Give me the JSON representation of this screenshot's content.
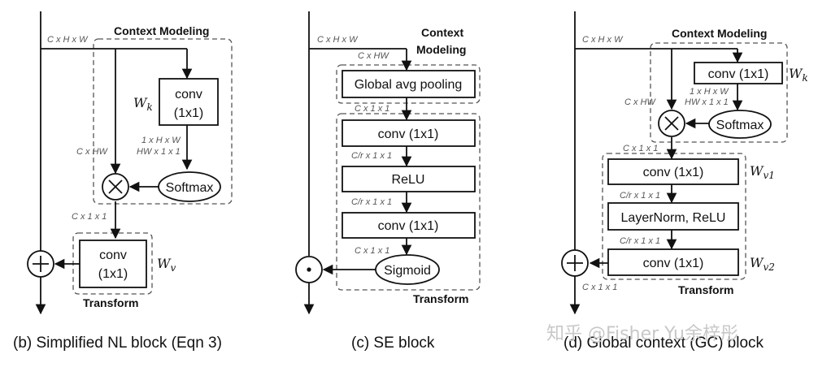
{
  "panel_b": {
    "caption": "(b) Simplified NL block (Eqn 3)",
    "input_dims": "C x H x W",
    "section_context": "Context Modeling",
    "conv_line1": "conv",
    "conv_line2": "(1x1)",
    "wk": "W",
    "wk_sub": "k",
    "dims_1hw": "1 x H x W",
    "dims_hw11": "HW x 1 x 1",
    "dims_chw": "C x HW",
    "softmax": "Softmax",
    "dims_c11": "C x 1 x 1",
    "transform_conv_line1": "conv",
    "transform_conv_line2": "(1x1)",
    "wv": "W",
    "wv_sub": "v",
    "section_transform": "Transform"
  },
  "panel_c": {
    "caption": "(c) SE block",
    "input_dims": "C x H x W",
    "section_context_line1": "Context",
    "section_context_line2": "Modeling",
    "dims_chw": "C x HW",
    "pooling": "Global avg pooling",
    "dims_c11": "C x 1 x 1",
    "conv1": "conv (1x1)",
    "dims_cr1": "C/r x 1 x 1",
    "relu": "ReLU",
    "dims_cr2": "C/r x 1 x 1",
    "conv2": "conv (1x1)",
    "dims_c11_b": "C x 1 x 1",
    "sigmoid": "Sigmoid",
    "section_transform": "Transform"
  },
  "panel_d": {
    "caption": "(d) Global context (GC) block",
    "input_dims": "C x H x W",
    "section_context": "Context Modeling",
    "conv": "conv (1x1)",
    "wk": "W",
    "wk_sub": "k",
    "dims_1hw": "1 x H x W",
    "dims_hw11": "HW x 1 x 1",
    "dims_chw": "C x HW",
    "softmax": "Softmax",
    "dims_c11": "C x 1 x 1",
    "conv1": "conv (1x1)",
    "wv1": "W",
    "wv1_sub": "v1",
    "dims_cr1": "C/r x 1 x 1",
    "layernorm": "LayerNorm, ReLU",
    "dims_cr2": "C/r x 1 x 1",
    "conv2": "conv (1x1)",
    "wv2": "W",
    "wv2_sub": "v2",
    "dims_c11_out": "C x 1 x 1",
    "section_transform": "Transform"
  },
  "watermark": "知乎 @Fisher Yu余梓彤"
}
